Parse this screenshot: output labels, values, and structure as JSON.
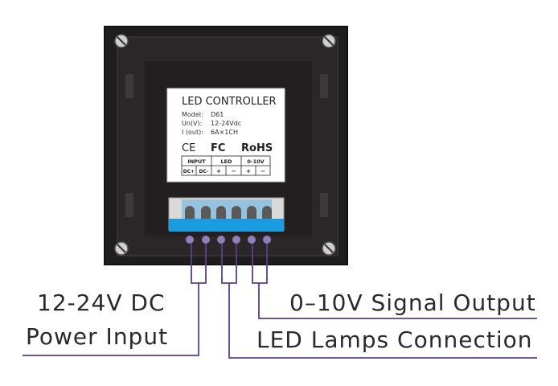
{
  "label": {
    "title": "LED CONTROLLER",
    "lines": [
      {
        "key": "Model:",
        "value": "D61"
      },
      {
        "key": "Un(V):",
        "value": "12-24Vdc"
      },
      {
        "key": "I (out):",
        "value": "6A×1CH"
      }
    ],
    "marks": {
      "ce": "CE",
      "fc": "FC",
      "rohs": "RoHS"
    },
    "table": {
      "groups": [
        "INPUT",
        "LED",
        "0-10V"
      ],
      "pins": [
        "DC+",
        "DC-",
        "+",
        "−",
        "+",
        "−"
      ]
    }
  },
  "captions": {
    "power_line1": "12-24V DC",
    "power_line2": "Power Input",
    "signal": "0–10V Signal Output",
    "lamps": "LED Lamps Connection"
  },
  "colors": {
    "panel": "#1e1e1e",
    "panel_inner": "#231f20",
    "label_bg": "#ffffff",
    "terminal_blue": "#1b9be0",
    "terminal_body": "#d9d9d9",
    "leader_line": "#5b3f8c",
    "pin_dot": "#8f7fba"
  }
}
